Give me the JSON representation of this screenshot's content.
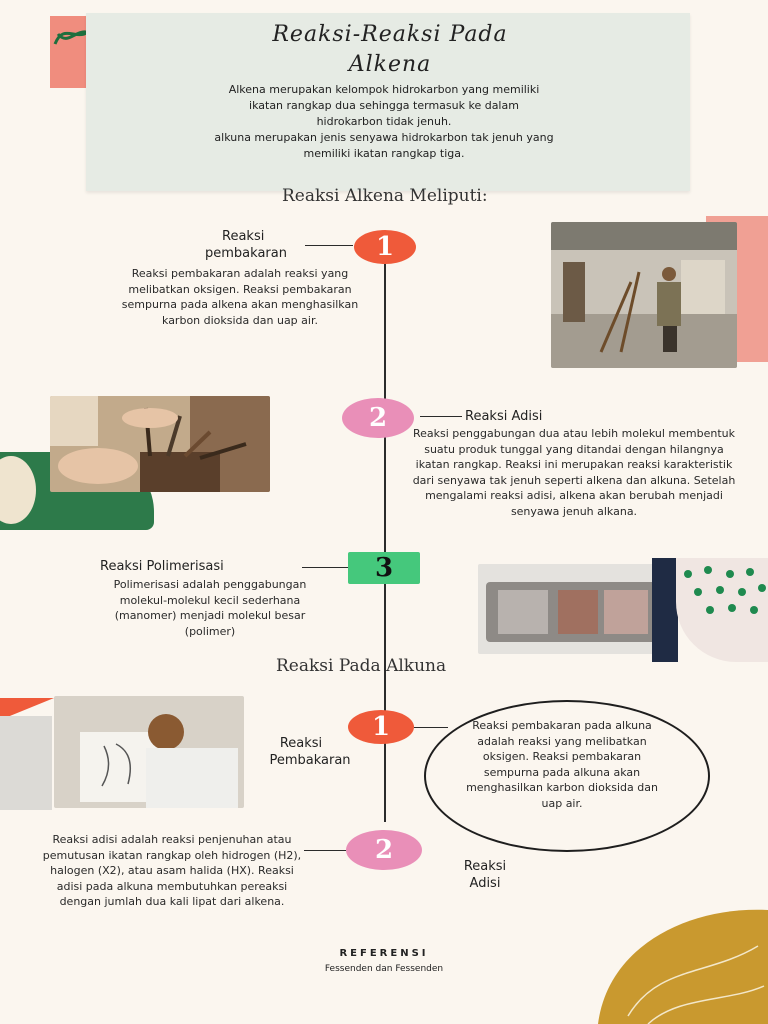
{
  "header": {
    "title_line1": "Reaksi-Reaksi Pada",
    "title_line2": "Alkena",
    "intro_line1": "Alkena merupakan kelompok hidrokarbon yang memiliki",
    "intro_line2": "ikatan rangkap dua sehingga termasuk ke dalam",
    "intro_line3": "hidrokarbon tidak jenuh.",
    "intro_line4": "alkuna merupakan jenis senyawa hidrokarbon tak jenuh yang",
    "intro_line5": "memiliki ikatan rangkap tiga."
  },
  "alkena": {
    "heading": "Reaksi Alkena Meliputi:",
    "items": [
      {
        "number": "1",
        "label_line1": "Reaksi",
        "label_line2": "pembakaran",
        "text": "Reaksi pembakaran adalah reaksi yang melibatkan oksigen. Reaksi pembakaran sempurna pada alkena akan menghasilkan karbon dioksida dan uap air."
      },
      {
        "number": "2",
        "label_line1": "Reaksi Adisi",
        "label_line2": "",
        "text": "Reaksi penggabungan dua atau lebih molekul membentuk suatu produk tunggal yang ditandai dengan hilangnya ikatan rangkap. Reaksi ini merupakan reaksi karakteristik dari senyawa tak jenuh seperti alkena dan alkuna. Setelah mengalami reaksi adisi, alkena akan berubah menjadi senyawa jenuh alkana."
      },
      {
        "number": "3",
        "label_line1": "Reaksi Polimerisasi",
        "label_line2": "",
        "text": "Polimerisasi adalah penggabungan molekul-molekul kecil sederhana (manomer) menjadi molekul besar (polimer)"
      }
    ]
  },
  "alkuna": {
    "heading": "Reaksi Pada Alkuna",
    "items": [
      {
        "number": "1",
        "label_line1": "Reaksi",
        "label_line2": "Pembakaran",
        "text": "Reaksi pembakaran pada alkuna adalah reaksi yang melibatkan oksigen. Reaksi pembakaran sempurna pada alkuna akan menghasilkan karbon dioksida dan uap air."
      },
      {
        "number": "2",
        "label_line1": "Reaksi",
        "label_line2": "Adisi",
        "text": "Reaksi adisi adalah reaksi penjenuhan atau pemutusan ikatan rangkap oleh hidrogen (H2), halogen (X2), atau asam halida (HX). Reaksi adisi pada alkuna membutuhkan pereaksi dengan jumlah dua kali lipat dari alkena."
      }
    ]
  },
  "references": {
    "title": "REFERENSI",
    "text": "Fessenden dan Fessenden"
  },
  "colors": {
    "background": "#fbf6ef",
    "orange": "#ef5a3a",
    "pink": "#e98fb8",
    "green": "#45c87c",
    "dark_green": "#2d7a4a",
    "mustard": "#c9992f"
  }
}
